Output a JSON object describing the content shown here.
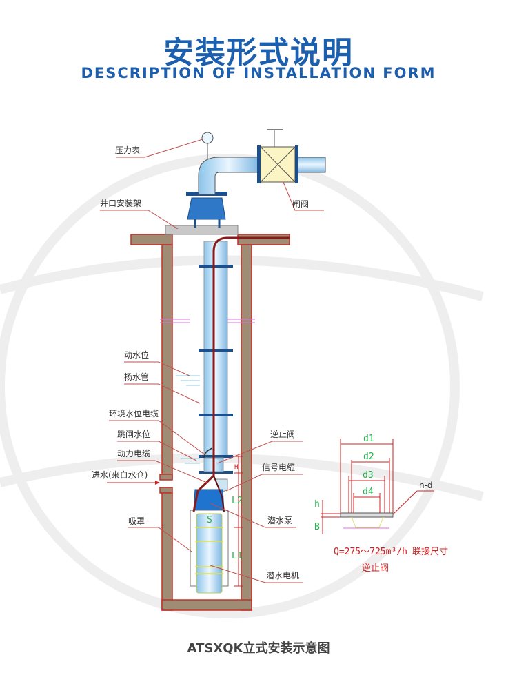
{
  "header": {
    "title_cn": "安装形式说明",
    "title_en": "DESCRIPTION OF INSTALLATION FORM"
  },
  "diagram": {
    "labels": {
      "pressure_gauge": "压力表",
      "wellhead_frame": "井口安装架",
      "gate_valve": "闸阀",
      "dynamic_water_level": "动水位",
      "riser_pipe": "扬水管",
      "ambient_level_cable": "环境水位电缆",
      "trip_water_level": "跳闸水位",
      "power_cable": "动力电缆",
      "inlet": "进水(来自水仓)",
      "check_valve": "逆止阀",
      "signal_cable": "信号电缆",
      "suction_hood": "吸罩",
      "submersible_pump": "潜水泵",
      "submersible_motor": "潜水电机"
    },
    "dims": {
      "h1": "H",
      "l2": "L2",
      "l1": "L1",
      "s": "S"
    },
    "detail": {
      "d1": "d1",
      "d2": "d2",
      "d3": "d3",
      "d4": "d4",
      "nd": "n-d",
      "h": "h",
      "b": "B",
      "flow": "Q=275～725m³/h",
      "connection": "联接尺寸",
      "name": "逆止阀"
    }
  },
  "caption": "ATSXQK立式安装示意图"
}
